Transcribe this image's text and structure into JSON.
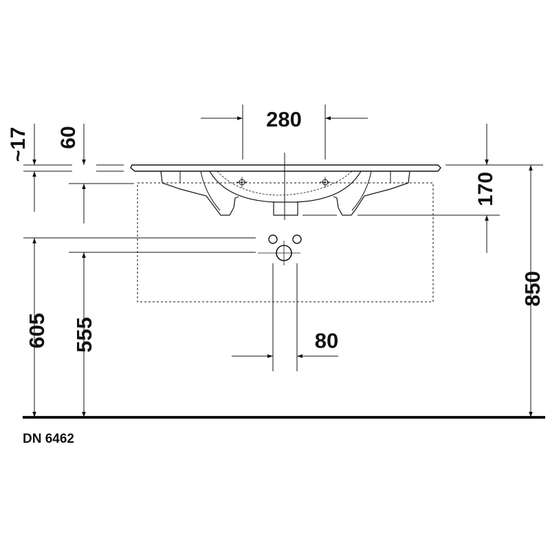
{
  "dimensions": {
    "tap_hole_spacing": "280",
    "overflow_offset": "~17",
    "rim_thickness": "60",
    "basin_depth": "170",
    "total_height": "850",
    "supply_height": "605",
    "waste_height": "555",
    "supply_spacing": "80"
  },
  "drawing_code": "DN 6462"
}
